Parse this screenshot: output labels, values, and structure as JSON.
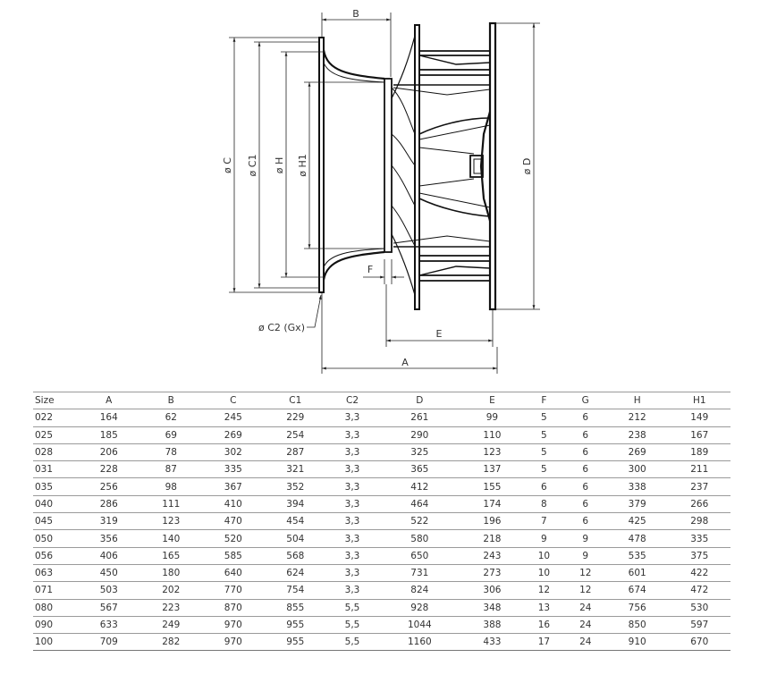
{
  "drawing": {
    "labels": {
      "b": "B",
      "a": "A",
      "e": "E",
      "f": "F",
      "c": "ø C",
      "c1": "ø C1",
      "h": "ø H",
      "h1": "ø H1",
      "d": "ø D",
      "c2": "ø C2 (Gx)"
    }
  },
  "table": {
    "headers": [
      "Size",
      "A",
      "B",
      "C",
      "C1",
      "C2",
      "D",
      "E",
      "F",
      "G",
      "H",
      "H1"
    ],
    "rows": [
      [
        "022",
        "164",
        "62",
        "245",
        "229",
        "3,3",
        "261",
        "99",
        "5",
        "6",
        "212",
        "149"
      ],
      [
        "025",
        "185",
        "69",
        "269",
        "254",
        "3,3",
        "290",
        "110",
        "5",
        "6",
        "238",
        "167"
      ],
      [
        "028",
        "206",
        "78",
        "302",
        "287",
        "3,3",
        "325",
        "123",
        "5",
        "6",
        "269",
        "189"
      ],
      [
        "031",
        "228",
        "87",
        "335",
        "321",
        "3,3",
        "365",
        "137",
        "5",
        "6",
        "300",
        "211"
      ],
      [
        "035",
        "256",
        "98",
        "367",
        "352",
        "3,3",
        "412",
        "155",
        "6",
        "6",
        "338",
        "237"
      ],
      [
        "040",
        "286",
        "111",
        "410",
        "394",
        "3,3",
        "464",
        "174",
        "8",
        "6",
        "379",
        "266"
      ],
      [
        "045",
        "319",
        "123",
        "470",
        "454",
        "3,3",
        "522",
        "196",
        "7",
        "6",
        "425",
        "298"
      ],
      [
        "050",
        "356",
        "140",
        "520",
        "504",
        "3,3",
        "580",
        "218",
        "9",
        "9",
        "478",
        "335"
      ],
      [
        "056",
        "406",
        "165",
        "585",
        "568",
        "3,3",
        "650",
        "243",
        "10",
        "9",
        "535",
        "375"
      ],
      [
        "063",
        "450",
        "180",
        "640",
        "624",
        "3,3",
        "731",
        "273",
        "10",
        "12",
        "601",
        "422"
      ],
      [
        "071",
        "503",
        "202",
        "770",
        "754",
        "3,3",
        "824",
        "306",
        "12",
        "12",
        "674",
        "472"
      ],
      [
        "080",
        "567",
        "223",
        "870",
        "855",
        "5,5",
        "928",
        "348",
        "13",
        "24",
        "756",
        "530"
      ],
      [
        "090",
        "633",
        "249",
        "970",
        "955",
        "5,5",
        "1044",
        "388",
        "16",
        "24",
        "850",
        "597"
      ],
      [
        "100",
        "709",
        "282",
        "970",
        "955",
        "5,5",
        "1160",
        "433",
        "17",
        "24",
        "910",
        "670"
      ]
    ]
  }
}
